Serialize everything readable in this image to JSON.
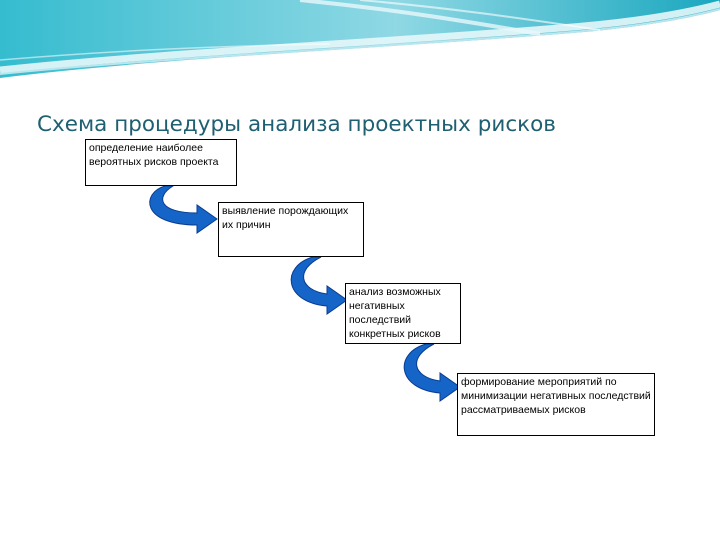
{
  "title": "Схема процедуры анализа проектных рисков",
  "steps": [
    {
      "text": "определение наиболее вероятных рисков проекта"
    },
    {
      "text": "выявление порождающих их причин"
    },
    {
      "text": "анализ возможных негативных последствий конкретных рисков"
    },
    {
      "text": "формирование мероприятий по минимизации негативных последствий рассматриваемых рисков"
    }
  ],
  "colors": {
    "title": "#1f5f72",
    "arrow_fill": "#1565c8",
    "arrow_edge": "#0a3d8f",
    "header_teal": "#2bb5c9",
    "header_light": "#cfeef4"
  }
}
